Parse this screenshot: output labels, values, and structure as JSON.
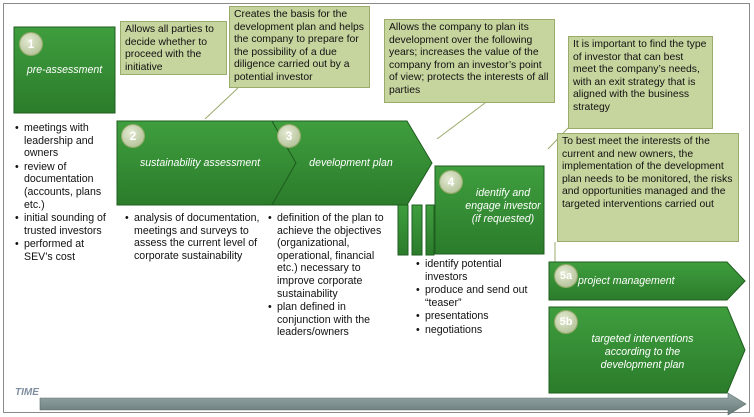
{
  "stages": [
    {
      "number": "1",
      "label": "pre-assessment"
    },
    {
      "number": "2",
      "label": "sustainability assessment"
    },
    {
      "number": "3",
      "label": "development plan"
    },
    {
      "number": "4",
      "label": "identify and engage investor (if requested)"
    },
    {
      "number": "5a",
      "label": "project management"
    },
    {
      "number": "5b",
      "label": "targeted interventions according to the development plan"
    }
  ],
  "notes": [
    "Allows all parties to decide whether to proceed with the initiative",
    "Creates the basis for the development plan and helps the company to prepare for the possibility of a due diligence carried out by a potential investor",
    "Allows the company to plan its development over the following years; increases the value of the company from an investor’s point of view; protects the interests of all parties",
    "It is important to find the type of investor that can best meet the company’s needs, with an exit strategy that is aligned with the business strategy",
    "To best meet the interests of the current and new owners, the implementation of the development plan needs to be monitored, the risks and opportunities managed and the targeted interventions carried out"
  ],
  "bullets": {
    "stage1": [
      "meetings with leadership and owners",
      "review of documentation (accounts, plans etc.)",
      "initial sounding of trusted investors",
      "performed at SEV’s cost"
    ],
    "stage2": [
      "analysis of documentation, meetings and surveys to assess the current level of corporate sustainability"
    ],
    "stage3": [
      "definition of the plan to achieve the objectives (organizational, operational, financial etc.) necessary to improve corporate sustainability",
      "plan defined in conjunction with the leaders/owners"
    ],
    "stage4": [
      "identify potential investors",
      "produce and  send out “teaser”",
      "presentations",
      "negotiations"
    ]
  },
  "timeline_label": "TIME",
  "colors": {
    "green_dark": "#2d7a2d",
    "green": "#3c973b",
    "note_fill": "#c6d49e",
    "arrow_gray": "#7f9090"
  }
}
